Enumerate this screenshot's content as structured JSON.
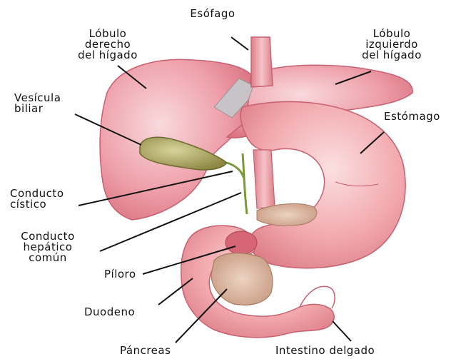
{
  "labels": {
    "esofago": "Esófago",
    "lobulo_derecho": "Lóbulo\nderecho\ndel hígado",
    "lobulo_izquierdo": "Lóbulo\nizquierdo\ndel hígado",
    "vesicula": "Vesícula\nbiliar",
    "estomago": "Estómago",
    "conducto_cistico": "Conducto\ncístico",
    "conducto_hepatico": "Conducto\nhepático\ncomún",
    "piloro": "Píloro",
    "duodeno": "Duodeno",
    "pancreas": "Páncreas",
    "intestino": "Intestino delgado"
  },
  "colors": {
    "liver": "#e98f9a",
    "liver_light": "#f6c6cc",
    "stomach": "#f0a1a7",
    "stomach_light": "#f9d3d5",
    "gallbladder": "#a6a25d",
    "pancreas": "#d9b09a",
    "duct": "#7a9a3a",
    "line": "#111111"
  }
}
